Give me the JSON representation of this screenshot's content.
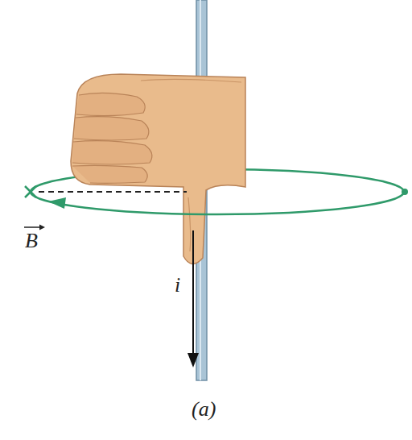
{
  "diagram": {
    "labels": [
      "B",
      "i",
      "(a)"
    ]
  }
}
